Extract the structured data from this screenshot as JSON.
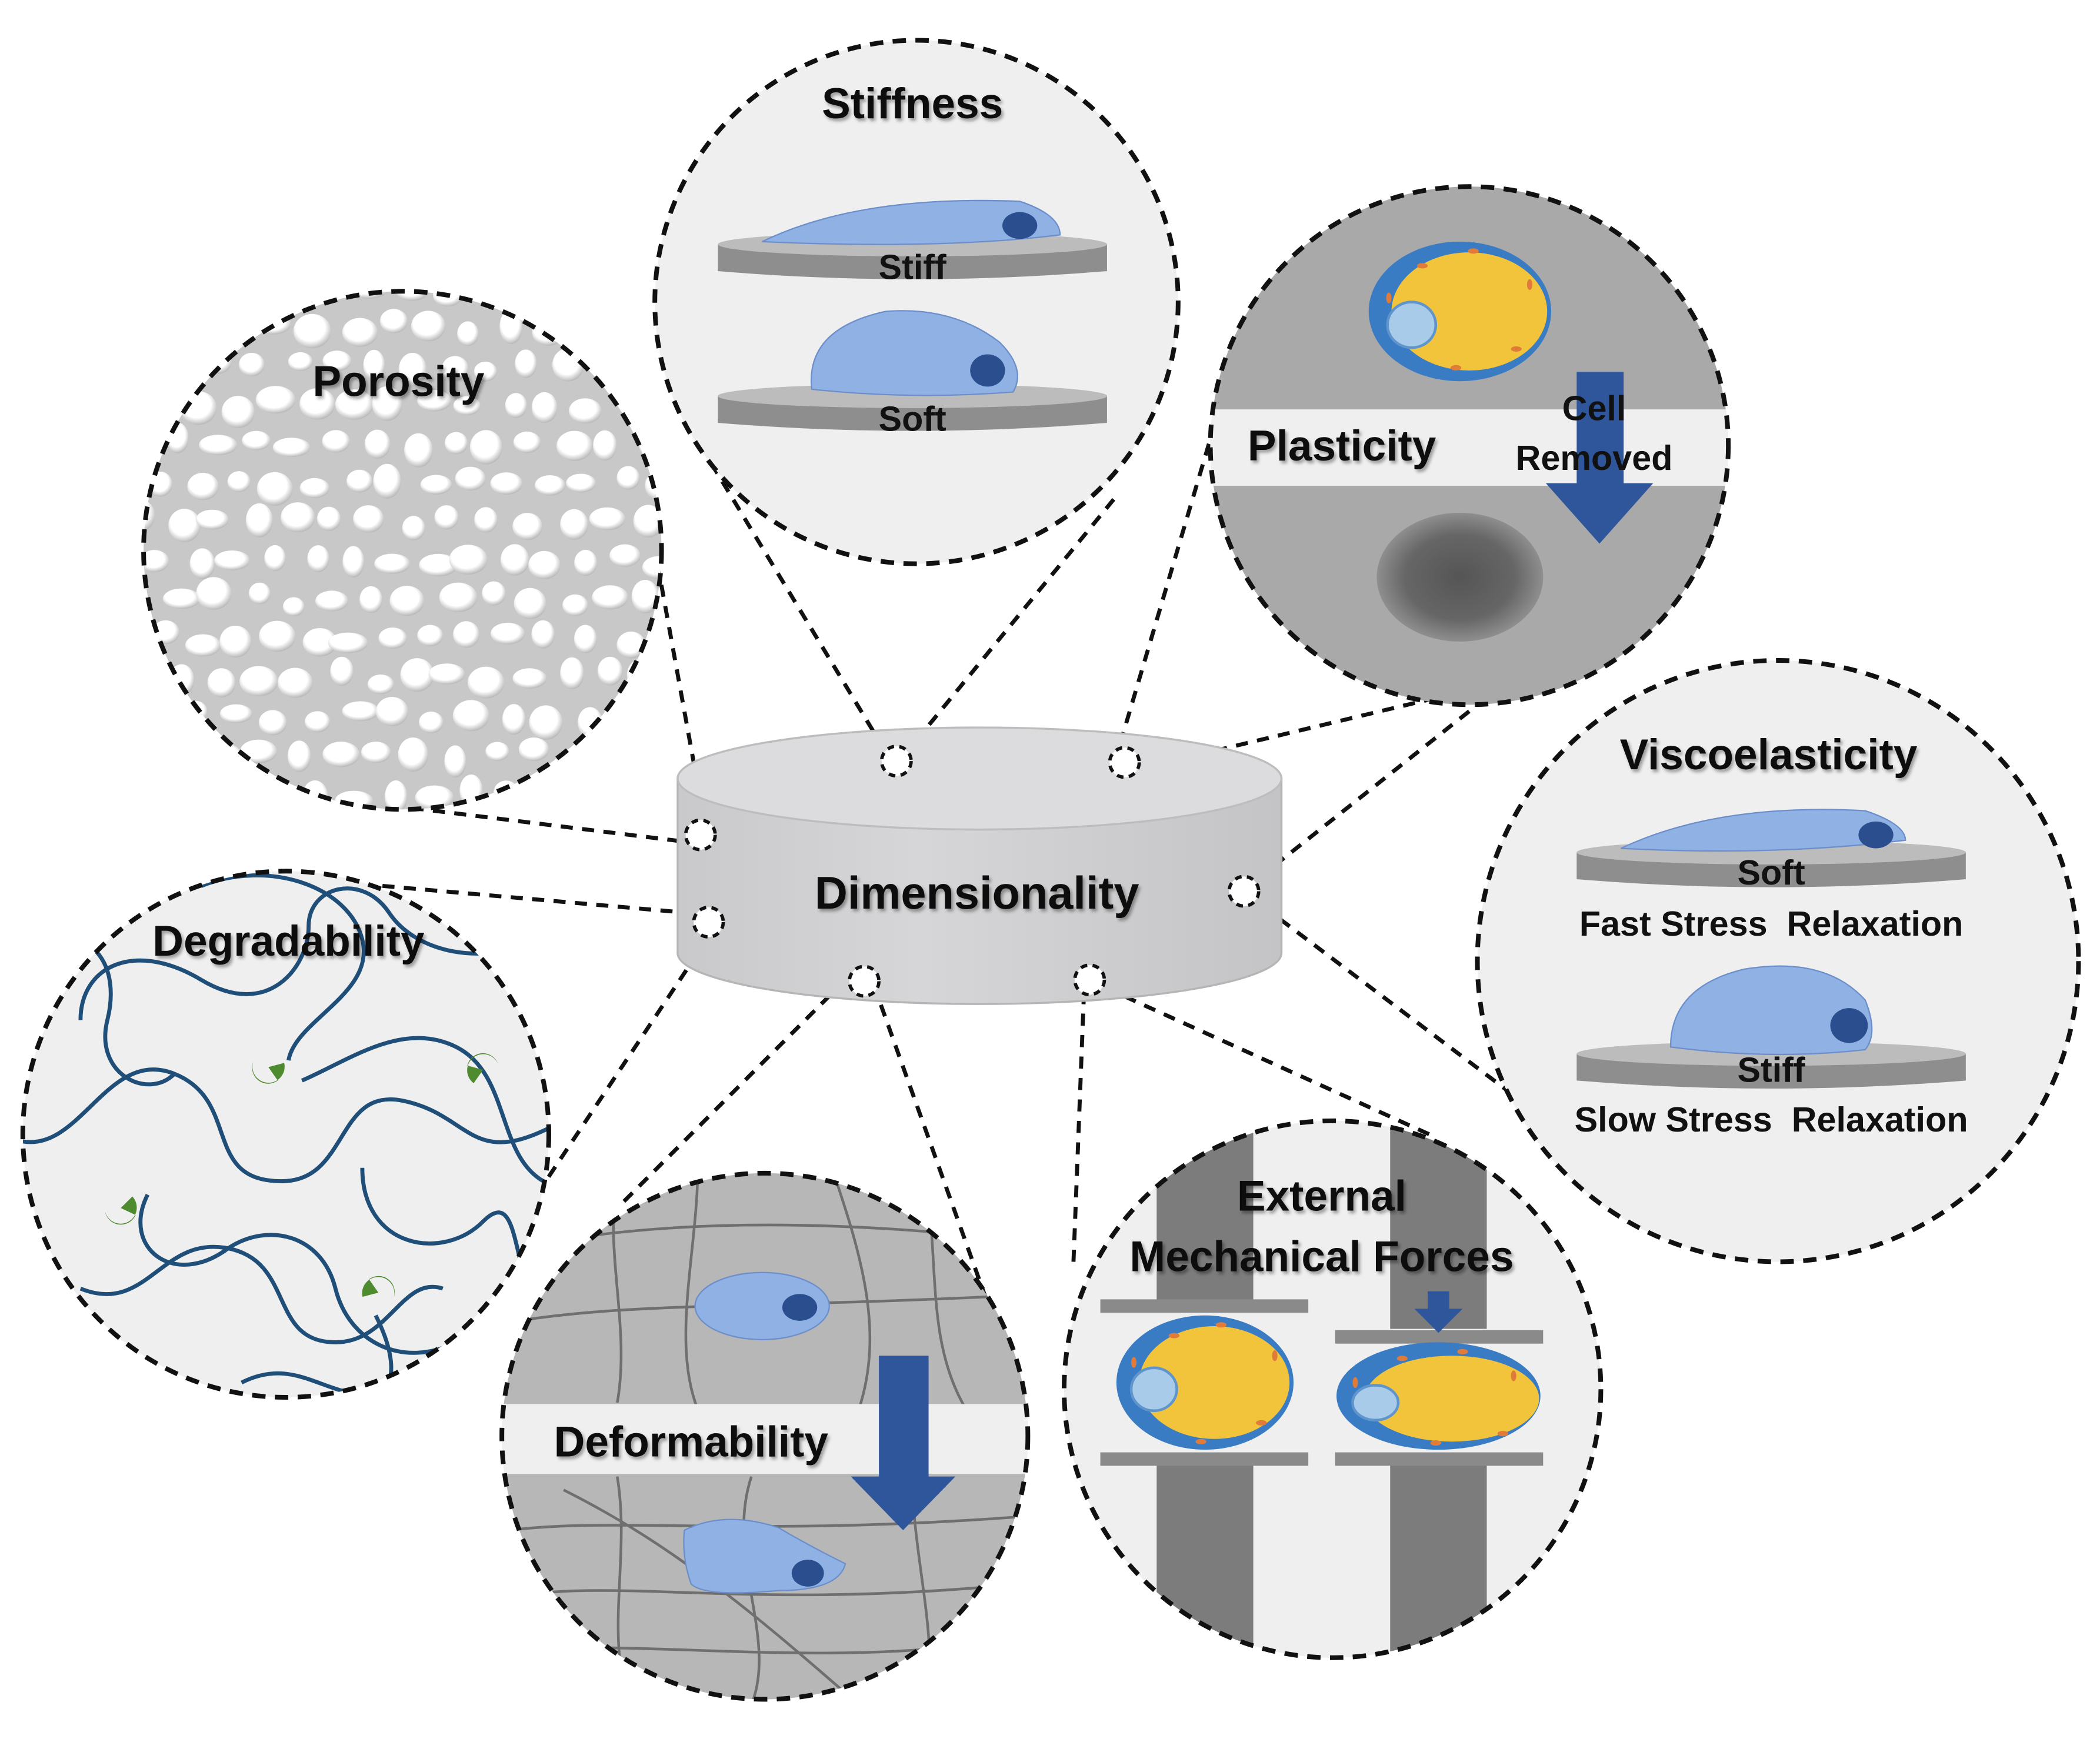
{
  "center": {
    "label": "Dimensionality"
  },
  "panels": {
    "stiffness": {
      "title": "Stiffness",
      "stiff_label": "Stiff",
      "soft_label": "Soft"
    },
    "porosity": {
      "title": "Porosity"
    },
    "plasticity": {
      "title": "Plasticity",
      "arrow_label_line1": "Cell",
      "arrow_label_line2": "Removed"
    },
    "viscoelasticity": {
      "title": "Viscoelasticity",
      "top_label": "Soft",
      "top_caption": "Fast Stress  Relaxation",
      "bottom_label": "Stiff",
      "bottom_caption": "Slow Stress  Relaxation"
    },
    "degradability": {
      "title": "Degradability"
    },
    "deformability": {
      "title": "Deformability"
    },
    "external_forces": {
      "title_line1": "External",
      "title_line2": "Mechanical Forces"
    }
  },
  "colors": {
    "cell_body": "#8fb1e3",
    "cell_nucleus": "#2b4f8e",
    "arrow": "#2f559a",
    "polymer": "#1f4e79",
    "enzyme": "#4e8a2e",
    "nucleus_yellow": "#f2c43b",
    "cell_membrane": "#3a7cc4",
    "panel_bg": "#efefef",
    "dark_gray": "#8a8a8a"
  }
}
